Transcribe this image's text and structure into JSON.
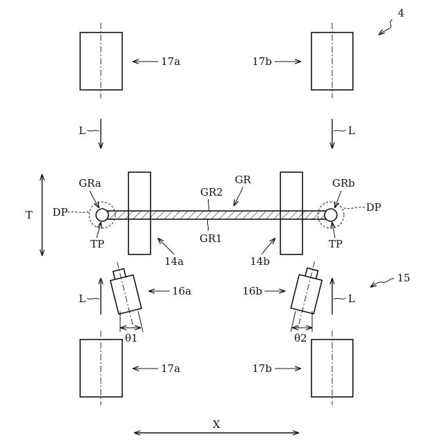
{
  "figure_number": "4",
  "assembly_label": "15",
  "labels": {
    "roller_top_left": "17a",
    "roller_top_right": "17b",
    "roller_bottom_left": "17a",
    "roller_bottom_right": "17b",
    "direction_top_left": "L",
    "direction_top_right": "L",
    "direction_bottom_left": "L",
    "direction_bottom_right": "L",
    "thickness": "T",
    "width": "X",
    "glass_rod": "GR",
    "glass_rod_top_surface": "GR2",
    "glass_rod_bottom_surface": "GR1",
    "rod_end_left": "GRa",
    "rod_end_right": "GRb",
    "dp_left": "DP",
    "dp_right": "DP",
    "tp_left": "TP",
    "tp_right": "TP",
    "pinch_roll_left": "14a",
    "pinch_roll_right": "14b",
    "sensor_left": "16a",
    "sensor_right": "16b",
    "angle_left": "θ1",
    "angle_right": "θ2"
  },
  "colors": {
    "ink": "#111111",
    "background": "#ffffff"
  }
}
